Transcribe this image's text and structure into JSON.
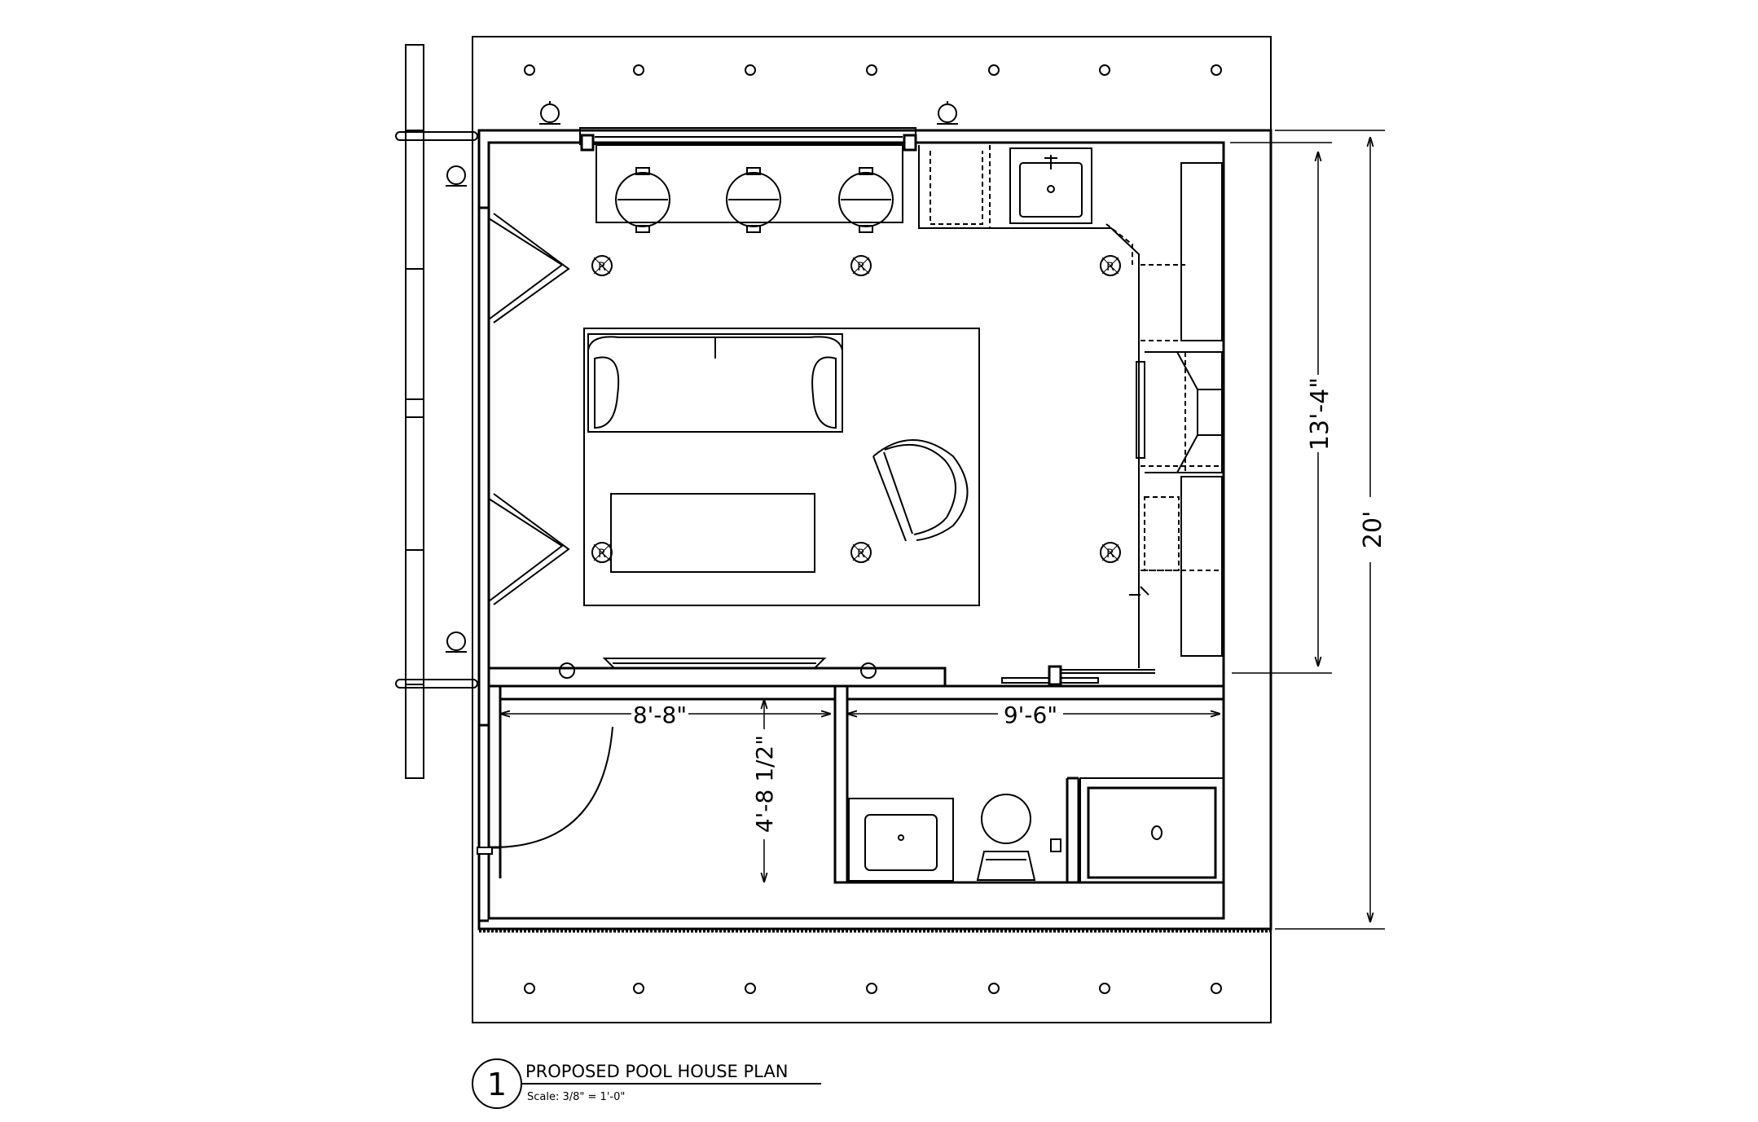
{
  "dimensions": {
    "living_height": "13'-4\"",
    "total_height": "20'",
    "storage_width": "8'-8\"",
    "bath_width": "9'-6\"",
    "storage_depth": "4'-8 1/2\""
  },
  "fixtures": {
    "recessed_light_label": "R"
  },
  "title_block": {
    "number": "1",
    "title": "PROPOSED POOL HOUSE PLAN",
    "scale": "Scale: 3/8\" = 1'-0\""
  },
  "colors": {
    "line": "#000000",
    "dashed": "#555555",
    "background": "#ffffff"
  }
}
